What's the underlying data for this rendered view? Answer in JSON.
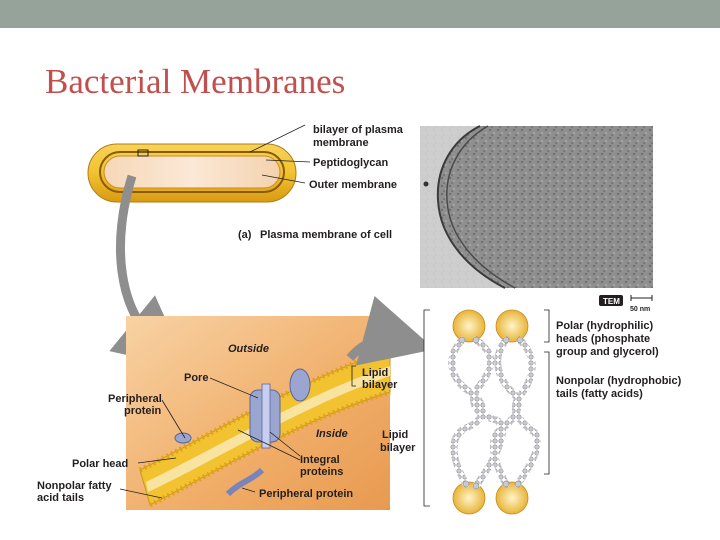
{
  "slide": {
    "title": "Bacterial Membranes"
  },
  "panel_a": {
    "caption_letter": "(a)",
    "caption_text": "Plasma membrane of cell",
    "labels": {
      "bilayer_line1": "bilayer of plasma",
      "bilayer_line2": "membrane",
      "peptidoglycan": "Peptidoglycan",
      "outer_membrane": "Outer membrane"
    }
  },
  "micrograph": {
    "badge": "TEM",
    "scale": "50 nm"
  },
  "membrane_model": {
    "outside": "Outside",
    "inside": "Inside",
    "pore": "Pore",
    "peripheral_line1": "Peripheral",
    "peripheral_line2": "protein",
    "polar_head": "Polar head",
    "nonpolar_line1": "Nonpolar fatty",
    "nonpolar_line2": "acid tails",
    "lipid_bilayer_line1": "Lipid",
    "lipid_bilayer_line2": "bilayer",
    "integral_line1": "Integral",
    "integral_line2": "proteins",
    "peripheral_bottom": "Peripheral protein"
  },
  "molecular_model": {
    "lipid_bilayer_line1": "Lipid",
    "lipid_bilayer_line2": "bilayer",
    "polar_line1": "Polar (hydrophilic)",
    "polar_line2": "heads (phosphate",
    "polar_line3": "group and glycerol)",
    "nonpolar_line1": "Nonpolar (hydrophobic)",
    "nonpolar_line2": "tails (fatty acids)"
  },
  "colors": {
    "header_bar": "#95a39b",
    "title": "#c0504d",
    "cell_yellow": "#f2c230",
    "backdrop_orange": "#f0b070",
    "arrow_grey": "#8e8e8e"
  }
}
